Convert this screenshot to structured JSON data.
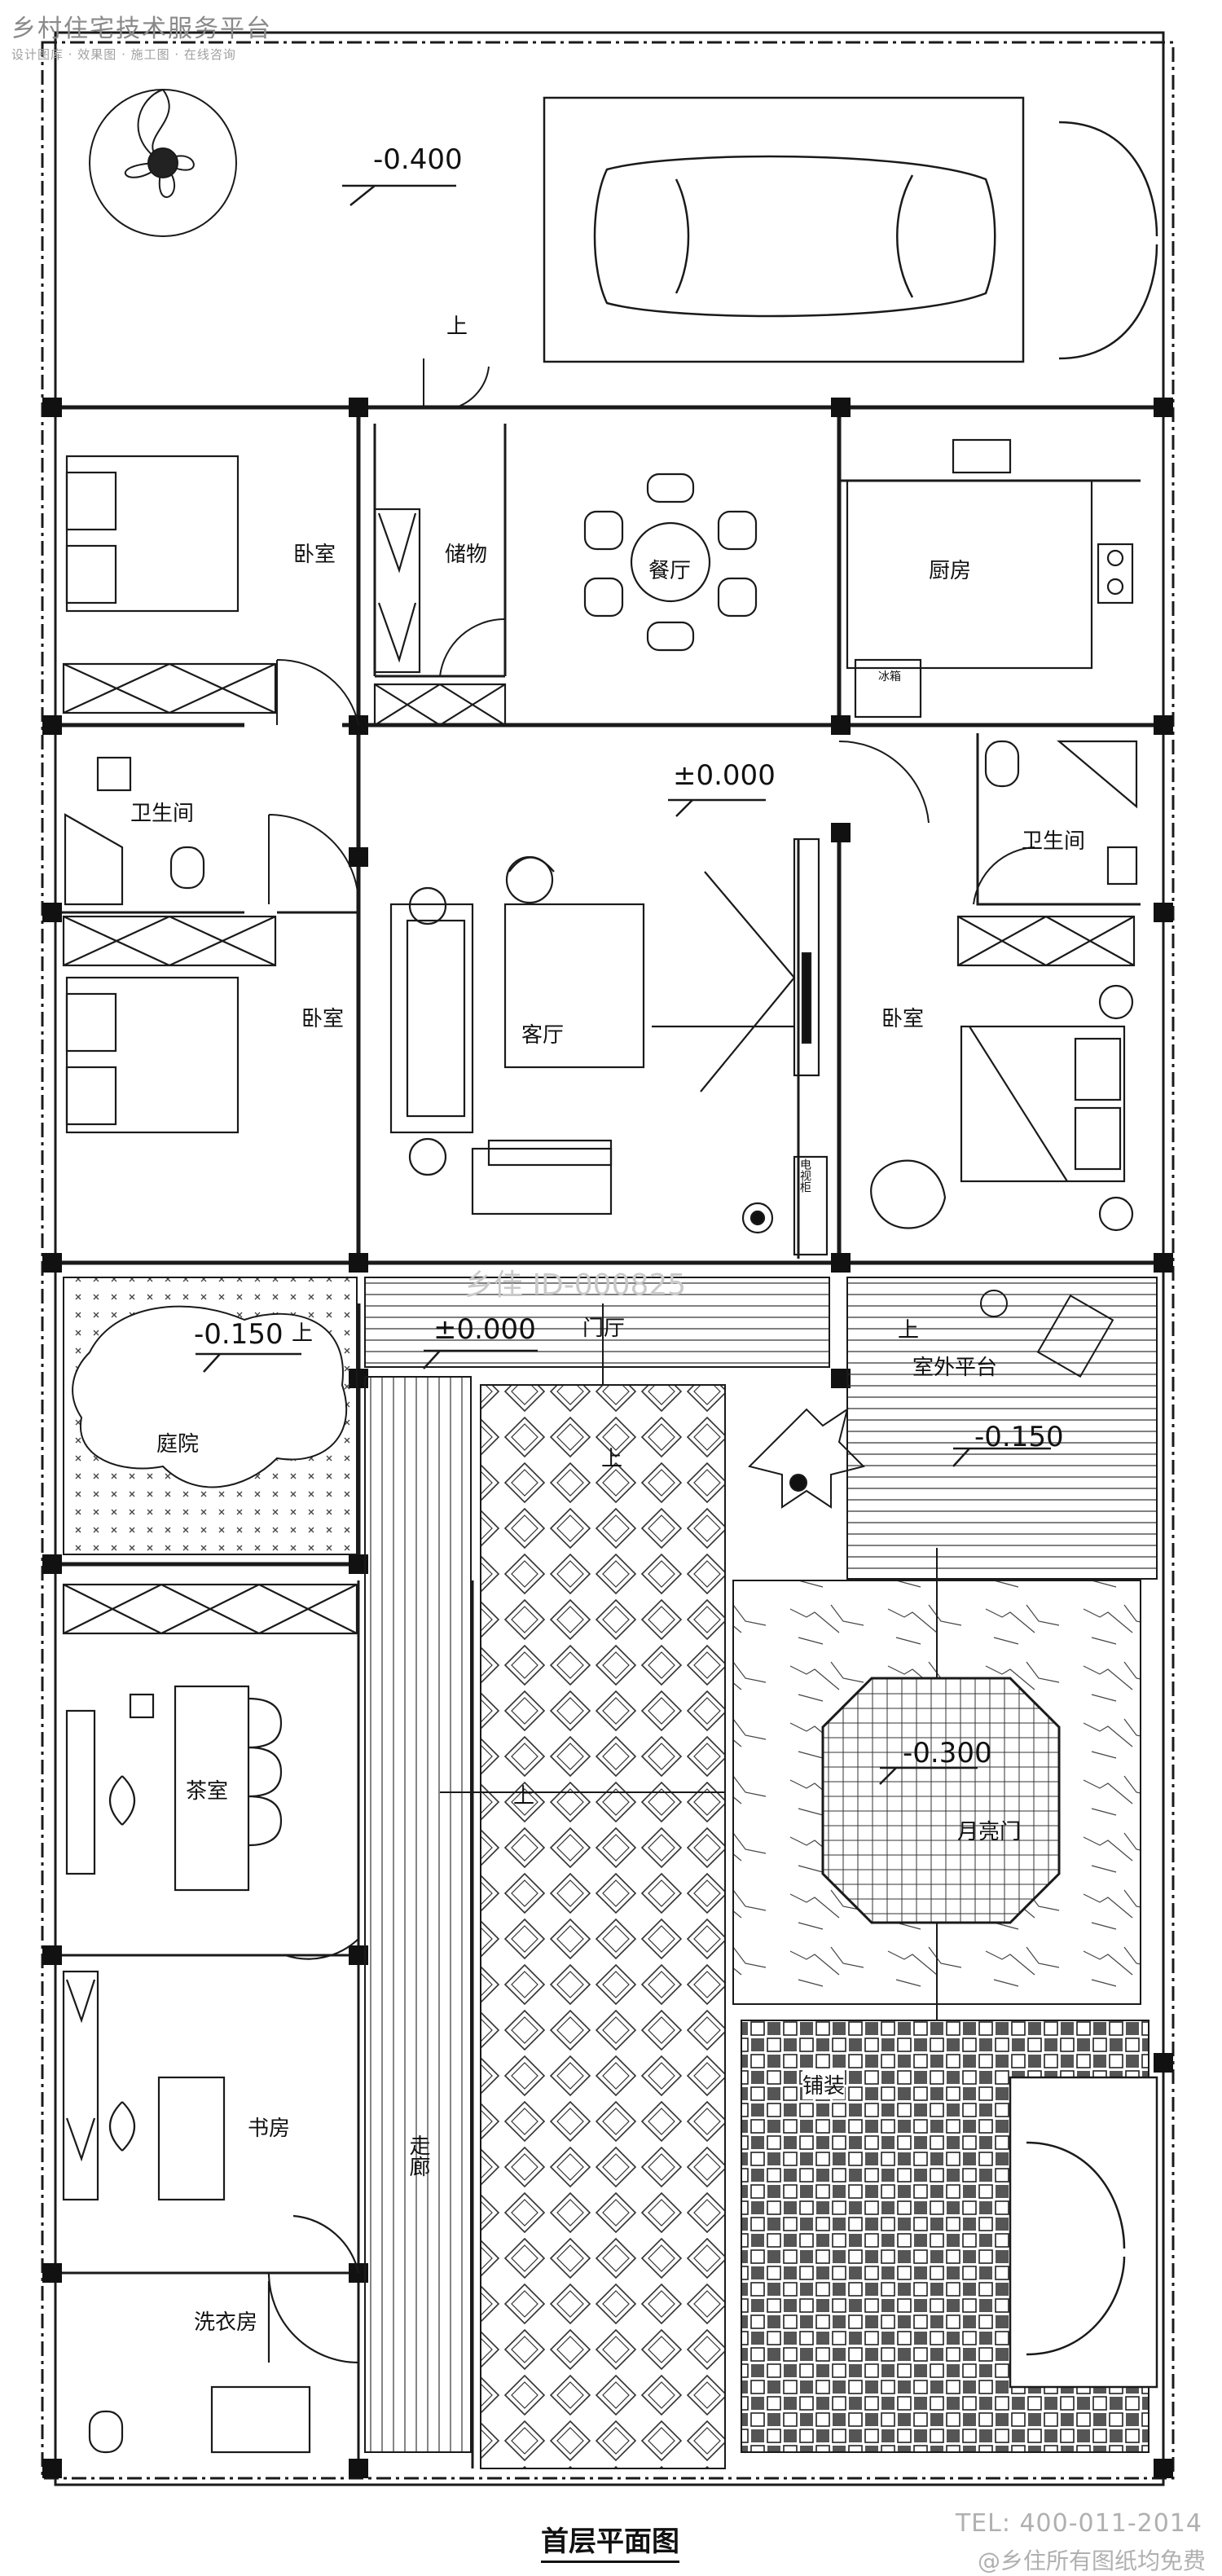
{
  "watermarks": {
    "top_title": "乡村住宅技术服务平台",
    "top_subtitle": "设计图库 · 效果图 · 施工图 · 在线咨询",
    "center_id": "乡佳 ID-000825",
    "tel": "TEL: 400-011-2014",
    "copyright": "@乡住所有图纸均免费"
  },
  "drawing_title": "首层平面图",
  "rooms": {
    "bedroom_nw": "卧室",
    "storage": "储物",
    "dining": "餐厅",
    "kitchen": "厨房",
    "bath_w": "卫生间",
    "bath_e": "卫生间",
    "bedroom_w": "卧室",
    "living": "客厅",
    "bedroom_e": "卧室",
    "tv_cabinet": "电视柜",
    "foyer": "门厅",
    "outdoor_terrace": "室外平台",
    "courtyard_w": "庭院",
    "tea_room": "茶室",
    "moon_gate": "月亮门",
    "study": "书房",
    "corridor": "走廊",
    "paving": "铺装",
    "laundry": "洗衣房",
    "up_1": "上",
    "up_2": "上",
    "up_3": "上",
    "up_4": "上",
    "up_5": "上",
    "freezer": "冰箱"
  },
  "elevations": {
    "garage": "-0.400",
    "hall": "±0.000",
    "foyer": "±0.000",
    "courtyard_w": "-0.150",
    "terrace": "-0.150",
    "pavilion": "-0.300"
  },
  "colors": {
    "line": "#1a1a1a",
    "column": "#111111",
    "hatch": "#333333",
    "watermark": "#9a9a9a"
  }
}
